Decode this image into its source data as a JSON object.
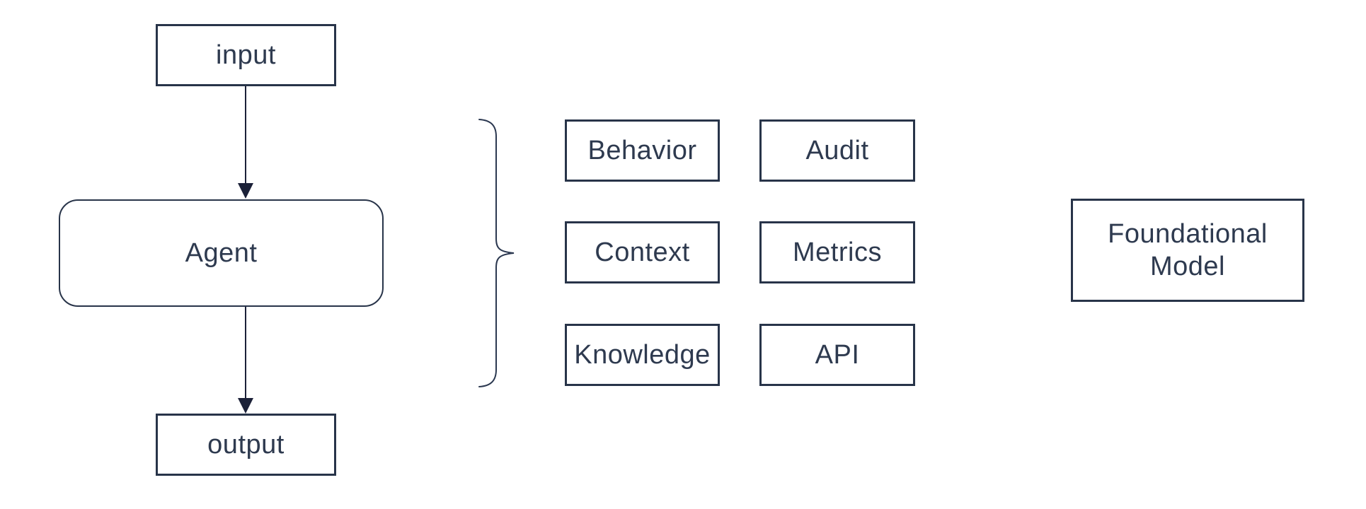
{
  "colors": {
    "background": "#ffffff",
    "box_border": "#283449",
    "box_text": "#2e3a4f",
    "arrow": "#1b2138",
    "brace": "#2b3850"
  },
  "flow": {
    "input_label": "input",
    "agent_label": "Agent",
    "output_label": "output"
  },
  "capability_grid": {
    "items": [
      {
        "label": "Behavior"
      },
      {
        "label": "Audit"
      },
      {
        "label": "Context"
      },
      {
        "label": "Metrics"
      },
      {
        "label": "Knowledge"
      },
      {
        "label": "API"
      }
    ]
  },
  "foundation": {
    "label": "Foundational Model"
  },
  "icons": {
    "arrow_down": "arrow-down-icon",
    "brace": "curly-brace-icon"
  }
}
